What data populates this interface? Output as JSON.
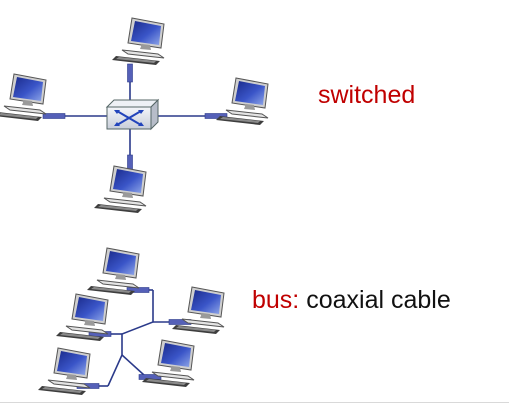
{
  "labels": {
    "switched": "switched",
    "bus_prefix": "bus:",
    "bus_medium": "coaxial cable"
  },
  "colors": {
    "accent_red": "#c00000",
    "text": "#111111",
    "link": "#2b3a8a",
    "connector": "#5560b8",
    "screen": "#2a3ca8",
    "device_body": "#e9e9e9",
    "device_dark": "#6e6e6e",
    "switch_face": "#dfe3ea"
  },
  "icons": {
    "workstation": "desktop-computer-icon",
    "switch": "network-switch-icon"
  }
}
